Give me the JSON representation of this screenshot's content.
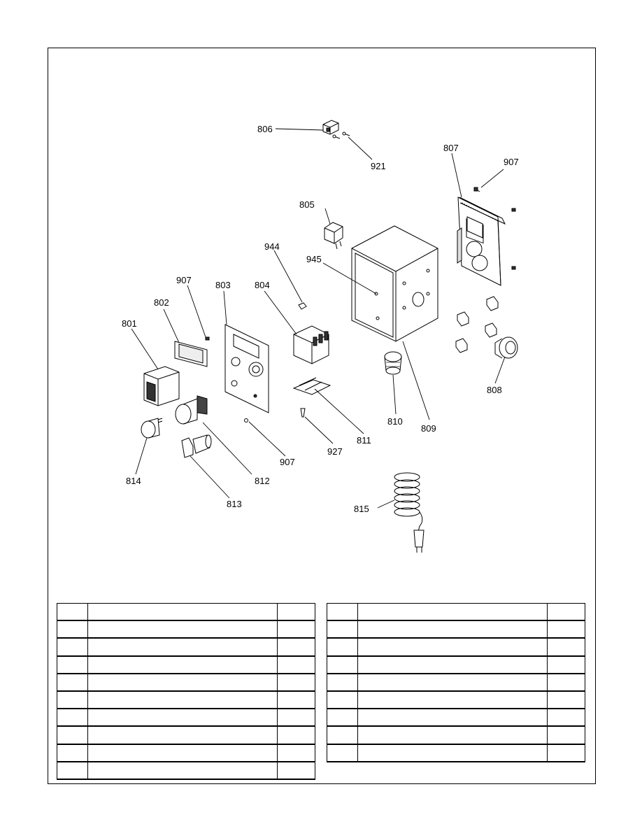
{
  "callouts": {
    "c801": "801",
    "c802": "802",
    "c803": "803",
    "c804": "804",
    "c805": "805",
    "c806": "806",
    "c807": "807",
    "c808": "808",
    "c809": "809",
    "c810": "810",
    "c811": "811",
    "c812": "812",
    "c813": "813",
    "c814": "814",
    "c815": "815",
    "c907a": "907",
    "c907b": "907",
    "c907c": "907",
    "c921": "921",
    "c927": "927",
    "c944": "944",
    "c945": "945"
  },
  "tables": {
    "left_rows": 10,
    "right_rows": 9
  },
  "colors": {
    "line": "#000000",
    "shade": "#555555",
    "fill": "#ffffff"
  }
}
